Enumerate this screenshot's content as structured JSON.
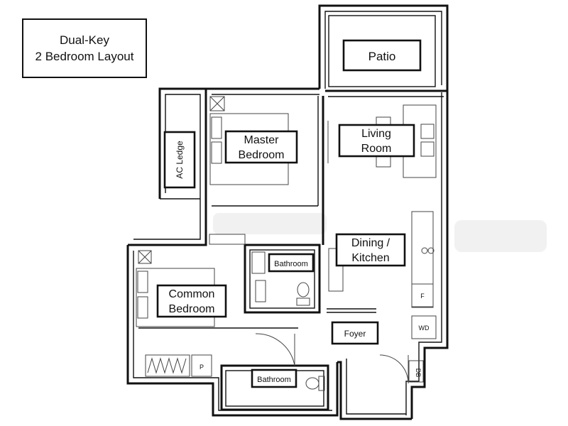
{
  "title": {
    "line1": "Dual-Key",
    "line2": "2 Bedroom Layout"
  },
  "rooms": {
    "patio": "Patio",
    "living": [
      "Living",
      "Room"
    ],
    "master": [
      "Master",
      "Bedroom"
    ],
    "ac_ledge": "AC Ledge",
    "dining": [
      "Dining /",
      "Kitchen"
    ],
    "common": [
      "Common",
      "Bedroom"
    ],
    "bathroom_top": "Bathroom",
    "bathroom_bottom": "Bathroom",
    "foyer": "Foyer"
  },
  "fixtures": {
    "fridge": "F",
    "washer_dryer": "WD",
    "db": "DB",
    "p_common": "P"
  }
}
